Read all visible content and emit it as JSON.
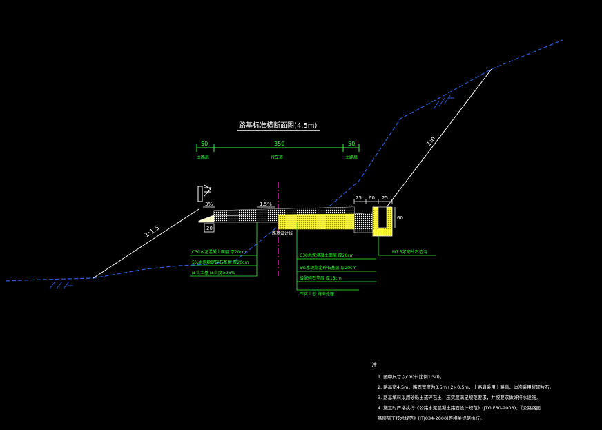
{
  "title": "路基标准横断面图(4.5m)",
  "dimensions": {
    "left_shoulder": "50",
    "carriageway": "350",
    "right_shoulder": "50",
    "ditch_a": "25",
    "ditch_b": "60",
    "ditch_c": "25",
    "ditch_depth": "60",
    "base_width": "20"
  },
  "zone_labels": {
    "left_shoulder": "土路肩",
    "carriageway": "行车道",
    "right_shoulder": "土路肩"
  },
  "slopes": {
    "crossfall_left": "3%",
    "crossfall_mid": "1.5%",
    "fill_slope": "1:1.5",
    "cut_slope": "1:n"
  },
  "centerline_label": "路基设计线",
  "pavement_layers": [
    {
      "text": "C30水泥混凝土面层   厚20cm"
    },
    {
      "text": "5%水泥稳定碎石基层   厚20cm"
    },
    {
      "text": "压实土基 压实度≥96%"
    }
  ],
  "pavement_layers_right": [
    {
      "text": "C30水泥混凝土面层   厚20cm"
    },
    {
      "text": "5%水泥稳定碎石基层   厚20cm"
    },
    {
      "text": "级配碎石垫层   厚15cm"
    },
    {
      "text": "压实土基 路床处理"
    }
  ],
  "ditch_label": "M7.5浆砌片石边沟",
  "notes_title": "注",
  "notes": [
    "1. 图中尺寸以cm计(比例1:50)。",
    "2. 路基宽4.5m，路面宽度为3.5m+2×0.5m，土路肩采用土路肩，边沟采用浆砌片石。",
    "3. 路基填料采用砂砾土或碎石土，压实度满足规范要求，并按要求做好排水设施。",
    "4. 施工时严格执行《公路水泥混凝土路面设计规范》(JTG F30-2003)、《公路路面",
    "   基层施工技术规范》(JTJ034-2000)等相关规范执行。"
  ],
  "colors": {
    "ground": "#2a5bd7",
    "structure": "#ffffff",
    "annotation": "#33ff33",
    "centerline": "#ff33cc",
    "fill_yellow": "#ffff33",
    "pavement": "#ffffcc"
  }
}
